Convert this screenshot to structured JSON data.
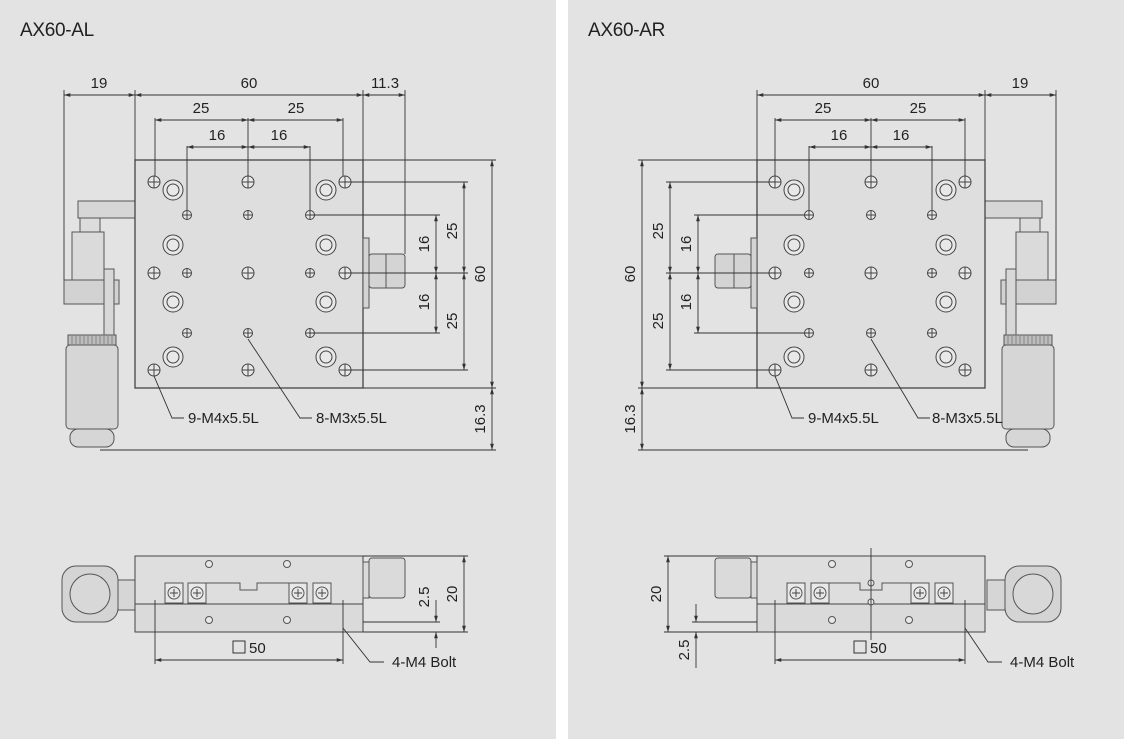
{
  "panels": [
    {
      "title": "AX60-AL",
      "dims": {
        "knob_width": "19",
        "width": "60",
        "half_left": "25",
        "half_right": "25",
        "hole_left": "16",
        "hole_right": "16",
        "offset": "11.3",
        "v_upper": "25",
        "v_16a": "16",
        "v_16b": "16",
        "v_lower": "25",
        "height": "60",
        "bottom": "16.3"
      },
      "callouts": {
        "m4": "9-M4x5.5L",
        "m3": "8-M3x5.5L"
      },
      "side": {
        "square": "50",
        "h20": "20",
        "h25": "2.5",
        "bolt": "4-M4 Bolt"
      }
    },
    {
      "title": "AX60-AR",
      "dims": {
        "knob_width": "19",
        "width": "60",
        "half_left": "25",
        "half_right": "25",
        "hole_left": "16",
        "hole_right": "16",
        "v_upper": "25",
        "v_16a": "16",
        "v_16b": "16",
        "v_lower": "25",
        "height": "60",
        "bottom": "16.3"
      },
      "callouts": {
        "m4": "9-M4x5.5L",
        "m3": "8-M3x5.5L"
      },
      "side": {
        "square": "50",
        "h20": "20",
        "h25": "2.5",
        "bolt": "4-M4 Bolt"
      }
    }
  ],
  "square_symbol": "□"
}
